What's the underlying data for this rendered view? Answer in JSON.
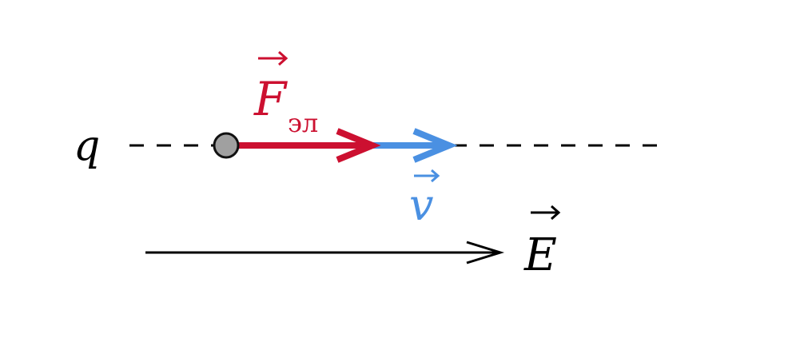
{
  "charge": {
    "label": "q",
    "fill_color": "#a0a0a0",
    "stroke_color": "#111111"
  },
  "force": {
    "label": "F",
    "subscript": "эл",
    "color": "#cc1030"
  },
  "velocity": {
    "label": "v",
    "color": "#4a90e2"
  },
  "field": {
    "label": "E",
    "color": "#000000"
  },
  "path_line_color": "#000000"
}
